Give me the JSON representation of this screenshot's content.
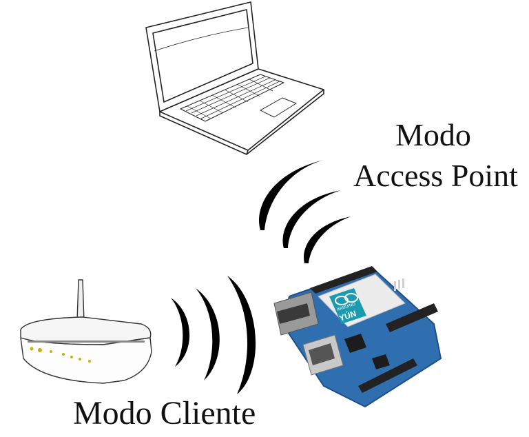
{
  "labels": {
    "ap_line1": "Modo",
    "ap_line2": "Access Point",
    "client": "Modo Cliente"
  },
  "icons": {
    "laptop": "laptop-icon",
    "router": "router-icon",
    "board": "arduino-yun-board",
    "wifi": "wifi-waves-icon"
  },
  "board_logo": {
    "line1": "ARDUINO",
    "line2": "YÚN"
  },
  "colors": {
    "board": "#2f6fb0",
    "board_dark": "#1d4f85",
    "logo": "#1a9bb0",
    "waves": "#000000",
    "outline": "#222222"
  }
}
